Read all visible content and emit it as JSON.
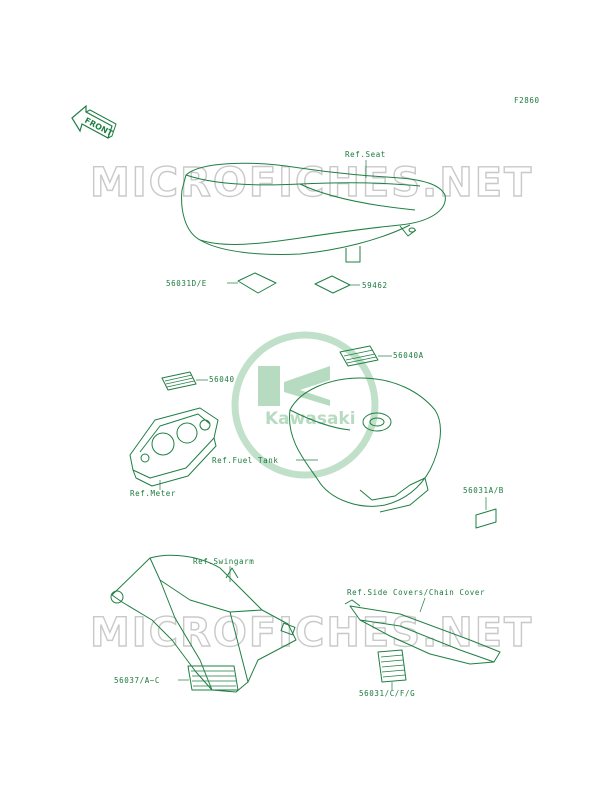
{
  "figure_code": "F2860",
  "front_label": "FRONT",
  "watermark": {
    "text": "MICROFICHES.NET",
    "logo_text": "Kawasaki"
  },
  "labels": {
    "ref_seat": "Ref.Seat",
    "p_56031de": "56031D/E",
    "p_59462": "59462",
    "p_56040a": "56040A",
    "p_56040": "56040",
    "ref_fuel_tank": "Ref.Fuel Tank",
    "ref_meter": "Ref.Meter",
    "p_56031ab": "56031A/B",
    "ref_swingarm": "Ref.Swingarm",
    "ref_side_covers": "Ref.Side Covers/Chain Cover",
    "p_56037": "56037/A~C",
    "p_56031cfg": "56031/C/F/G"
  },
  "colors": {
    "line": "#1f7f43",
    "text": "#1c7a3e",
    "watermark": "#c9c9c9",
    "logo": "#2a8a4a"
  }
}
